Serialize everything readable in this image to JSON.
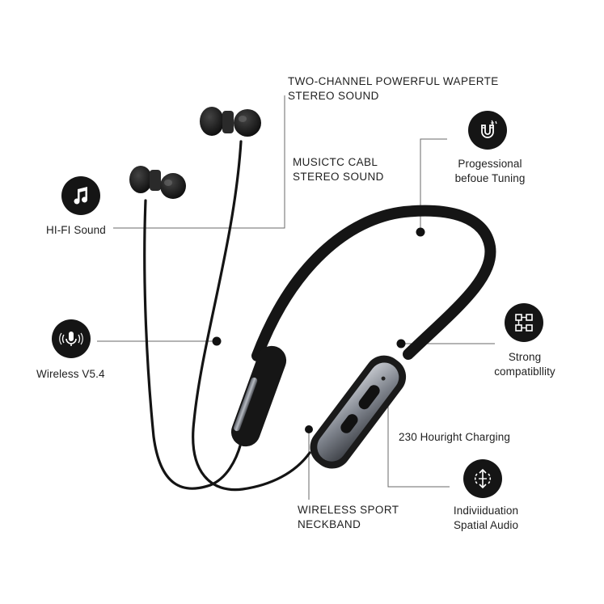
{
  "features": {
    "two_channel": {
      "line1": "TWO-CHANNEL POWERFUL WAPERTE",
      "line2": "STEREO SOUND"
    },
    "music_cable": {
      "line1": "MUSICTC CABL",
      "line2": "STEREO SOUND"
    },
    "hifi": {
      "label": "HI-FI Sound",
      "icon": "music-note-icon"
    },
    "wireless": {
      "label": "Wireless V5.4",
      "icon": "microphone-icon"
    },
    "tuning": {
      "line1": "Progessional",
      "line2": "befoue Tuning",
      "icon": "magnet-icon"
    },
    "compat": {
      "line1": "Strong",
      "line2": "compatibllity",
      "icon": "flowchart-icon"
    },
    "charging": {
      "label": "230 Houright Charging"
    },
    "spatial": {
      "line1": "Indiviiduation",
      "line2": "Spatial Audio",
      "icon": "spatial-audio-icon"
    },
    "neckband": {
      "line1": "WIRELESS SPORT",
      "line2": "NECKBAND"
    }
  },
  "colors": {
    "product": "#111111",
    "accent_metal": "#8c9098",
    "text": "#1f1f1f",
    "leader": "#555555"
  }
}
